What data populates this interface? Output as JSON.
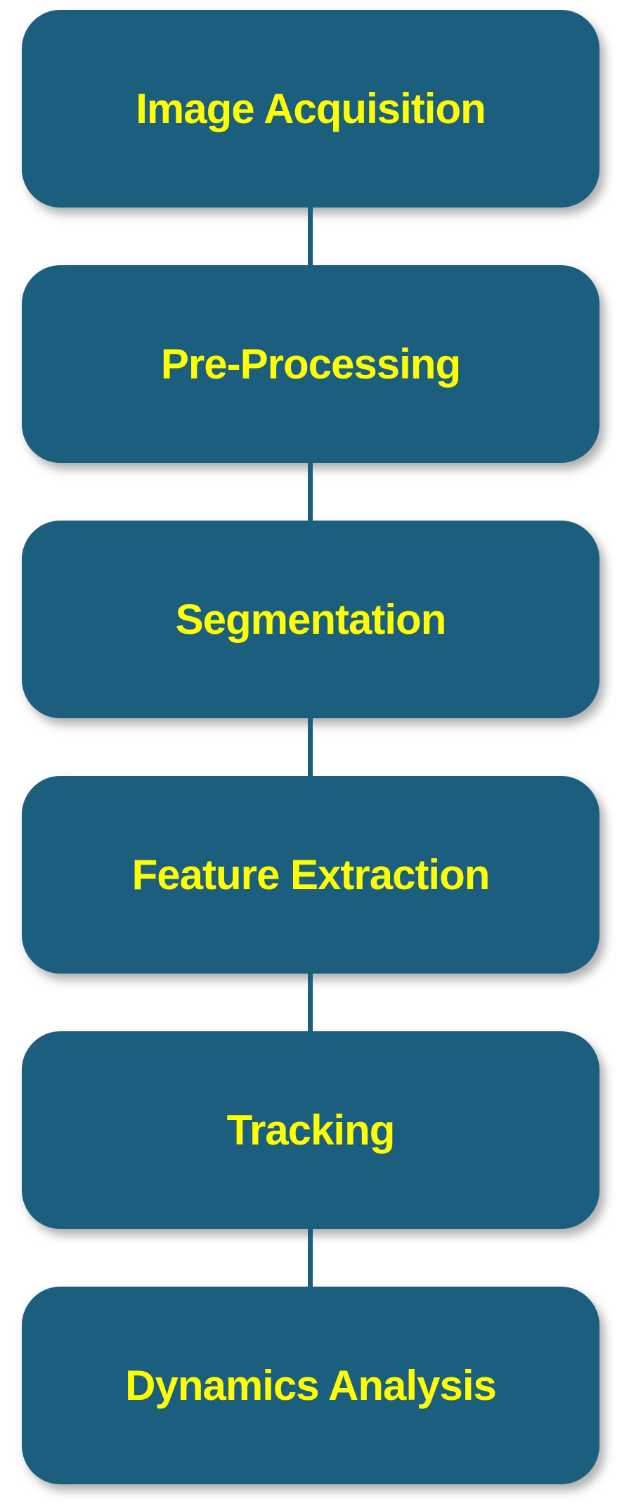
{
  "diagram": {
    "type": "flowchart",
    "flow_direction": "top-to-bottom",
    "colors": {
      "box_fill": "#1B5E7E",
      "label_text": "#FFFF00",
      "connector": "#1B5E7E",
      "background": "#FFFFFF"
    },
    "nodes": [
      {
        "id": 1,
        "label": "Image Acquisition"
      },
      {
        "id": 2,
        "label": "Pre-Processing"
      },
      {
        "id": 3,
        "label": "Segmentation"
      },
      {
        "id": 4,
        "label": "Feature Extraction"
      },
      {
        "id": 5,
        "label": "Tracking"
      },
      {
        "id": 6,
        "label": "Dynamics Analysis"
      }
    ],
    "connections": [
      {
        "from": "Image Acquisition",
        "to": "Pre-Processing"
      },
      {
        "from": "Pre-Processing",
        "to": "Segmentation"
      },
      {
        "from": "Segmentation",
        "to": "Feature Extraction"
      },
      {
        "from": "Feature Extraction",
        "to": "Tracking"
      },
      {
        "from": "Tracking",
        "to": "Dynamics Analysis"
      }
    ]
  }
}
